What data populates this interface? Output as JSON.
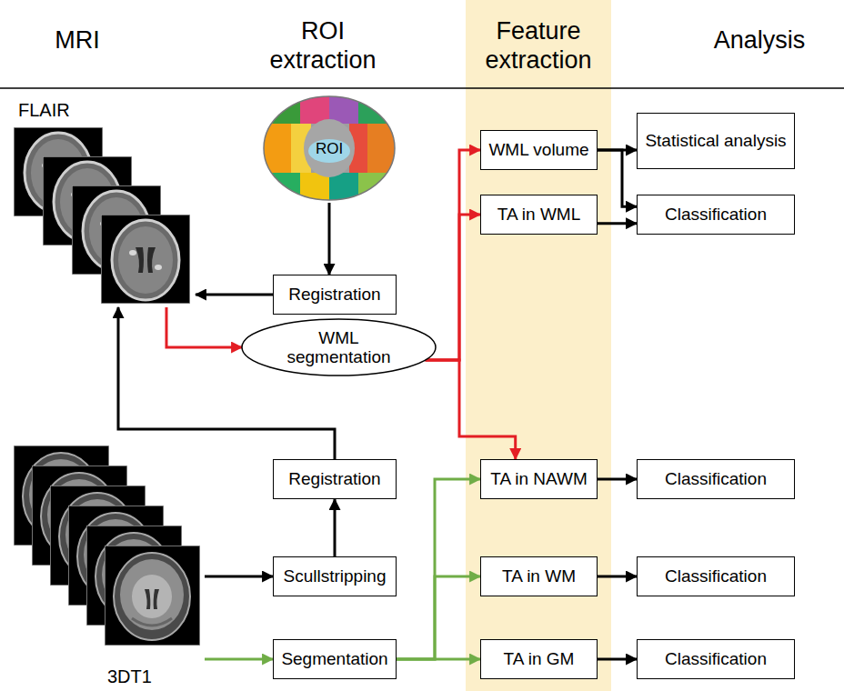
{
  "diagram": {
    "nodes": [
      {
        "text": [
          "FLAIR"
        ]
      },
      {
        "text": [
          "ROI"
        ]
      },
      {
        "text": [
          "Registration"
        ]
      },
      {
        "text": [
          "WML volume"
        ]
      },
      {
        "text": [
          "Statistical analysis"
        ]
      },
      {
        "text": [
          "TA in WML"
        ]
      },
      {
        "text": [
          "Classification"
        ]
      },
      {
        "text": [
          "WML segmentation"
        ]
      },
      {
        "text": [
          "Registration"
        ]
      },
      {
        "text": [
          "TA in NAWM"
        ]
      },
      {
        "text": [
          "Classification"
        ]
      },
      {
        "text": [
          "3DT1"
        ]
      },
      {
        "text": [
          "Scullstripping"
        ]
      },
      {
        "text": [
          "TA in WM"
        ]
      },
      {
        "text": [
          "Classification"
        ]
      },
      {
        "text": [
          "Segmentation"
        ]
      },
      {
        "text": [
          "TA in GM"
        ]
      },
      {
        "text": [
          "Classification"
        ]
      }
    ],
    "edges": [
      {
        "from": 1,
        "to": 2,
        "arrow": "to"
      },
      {
        "from": 2,
        "to": 0,
        "arrow": "to"
      },
      {
        "from": 0,
        "to": 7,
        "arrow": "to"
      },
      {
        "from": 7,
        "to": 3,
        "arrow": "to"
      },
      {
        "from": 7,
        "to": 5,
        "arrow": "to"
      },
      {
        "from": 7,
        "to": 9,
        "arrow": "to"
      },
      {
        "from": 3,
        "to": 4,
        "arrow": "to"
      },
      {
        "from": 3,
        "to": 6,
        "arrow": "to"
      },
      {
        "from": 5,
        "to": 6,
        "arrow": "to"
      },
      {
        "from": 8,
        "to": 0,
        "arrow": "to"
      },
      {
        "from": 11,
        "to": 12,
        "arrow": "to"
      },
      {
        "from": 12,
        "to": 8,
        "arrow": "to"
      },
      {
        "from": 11,
        "to": 15,
        "arrow": "to"
      },
      {
        "from": 15,
        "to": 9,
        "arrow": "to"
      },
      {
        "from": 15,
        "to": 13,
        "arrow": "to"
      },
      {
        "from": 15,
        "to": 16,
        "arrow": "to"
      },
      {
        "from": 9,
        "to": 10,
        "arrow": "to"
      },
      {
        "from": 13,
        "to": 14,
        "arrow": "to"
      },
      {
        "from": 16,
        "to": 17,
        "arrow": "to"
      }
    ],
    "labels": [
      "MRI",
      "ROI extraction",
      "Feature extraction",
      "Analysis"
    ]
  }
}
